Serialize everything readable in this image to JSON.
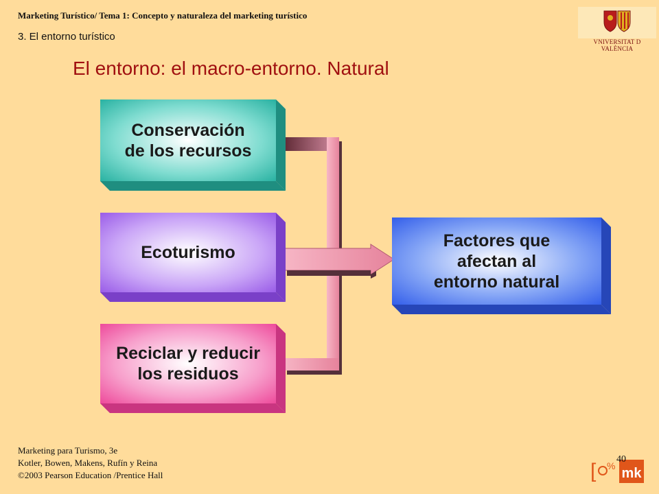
{
  "header": {
    "course": "Marketing Turístico/ Tema 1: Concepto y naturaleza del marketing turístico",
    "section": "3. El entorno turístico",
    "logo_text": "VNIVERSITAT D VALÈNCIA"
  },
  "slide": {
    "title": "El entorno: el macro-entorno. Natural"
  },
  "diagram": {
    "sources": [
      {
        "label": "Conservación\nde los recursos",
        "color": "#2bb3a3"
      },
      {
        "label": "Ecoturismo",
        "color": "#a86ff0"
      },
      {
        "label": "Reciclar y reducir\nlos residuos",
        "color": "#f25aa8"
      }
    ],
    "target": {
      "label": "Factores que\nafectan al\nentorno natural",
      "color": "#3f6ff0"
    },
    "connector_color": "#e88aa0"
  },
  "footer": {
    "line1": "Marketing para Turismo, 3e",
    "line2": "Kotler, Bowen, Makens, Rufín y Reina",
    "line3": "©2003 Pearson Education /Prentice Hall",
    "page_number": "40",
    "mk_logo_text": "mk"
  }
}
